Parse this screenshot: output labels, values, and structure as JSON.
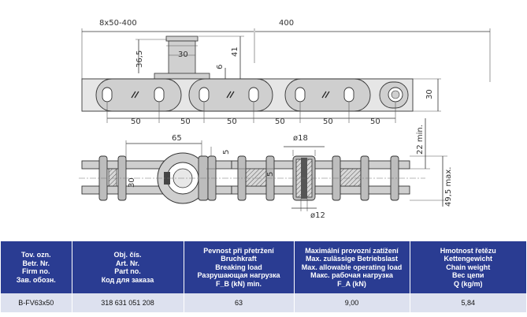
{
  "dimensions": {
    "top_pitch_label": "8x50-400",
    "top_length": "400",
    "pin_height": "36,5",
    "pin_width": "30",
    "pin_rise": "41",
    "offset_6": "6",
    "plate_height": "30",
    "pitch_labels": [
      "50",
      "50",
      "50",
      "50",
      "50",
      "50"
    ],
    "attachment_width": "65",
    "gap_5a": "5",
    "gap_5b": "5",
    "side_30": "30",
    "roller_diameter": "ø18",
    "pin_diameter": "ø12",
    "min_width": "22 min.",
    "max_width": "49,5 max."
  },
  "table": {
    "headers": [
      [
        "Tov. ozn.",
        "Betr. Nr.",
        "Firm no.",
        "Зав. обозн."
      ],
      [
        "Obj. čís.",
        "Art. Nr.",
        "Part no.",
        "Код для заказа"
      ],
      [
        "Pevnost při přetržení",
        "Bruchkraft",
        "Breaking load",
        "Разрушающая нагрузка"
      ],
      [
        "Maximální provozní zatížení",
        "Max. zulässige Betriebslast",
        "Max. allowable operating load",
        "Макс. рабочая нагрузка"
      ],
      [
        "Hmotnost řetězu",
        "Kettengewicht",
        "Chain weight",
        "Вес цепи"
      ]
    ],
    "header_last_lines": [
      "",
      "",
      "F_B (kN) min.",
      "F_A (kN)",
      "Q (kg/m)"
    ],
    "row": [
      "B-FV63x50",
      "318 631 051 208",
      "63",
      "9,00",
      "5,84"
    ]
  }
}
